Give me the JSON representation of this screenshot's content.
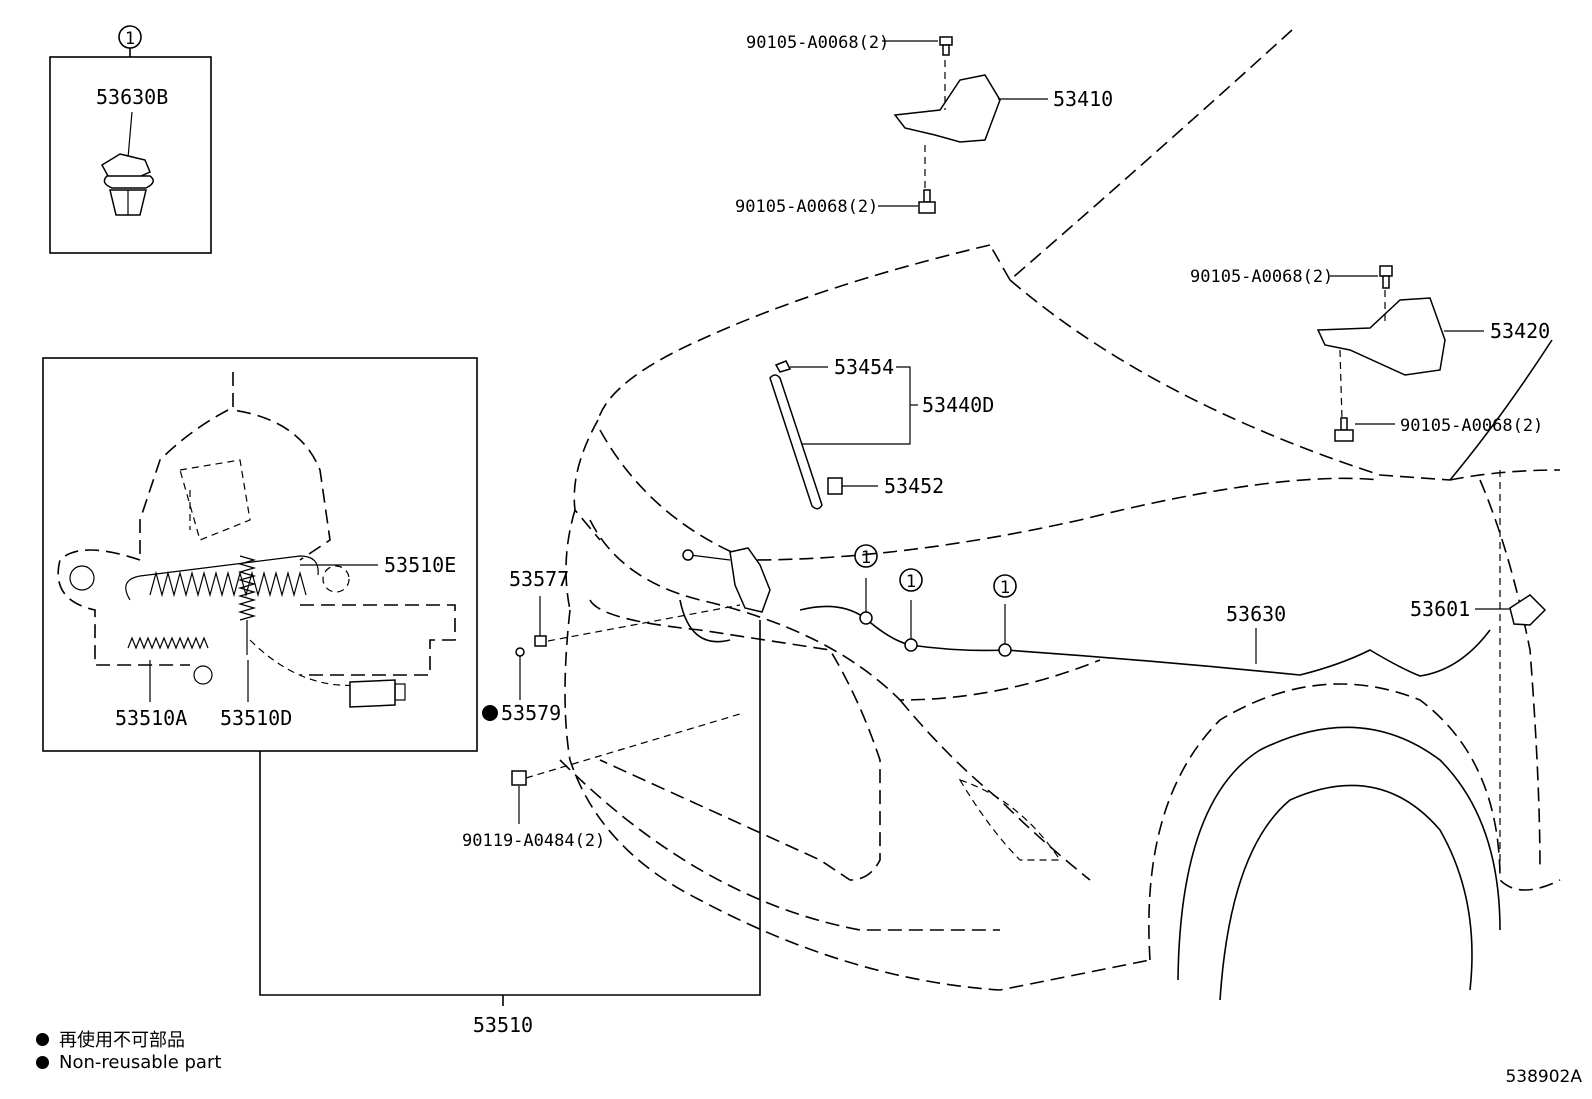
{
  "diagram": {
    "ref_marker": "1",
    "labels": {
      "p53630B": "53630B",
      "p90105_a": "90105-A0068(2)",
      "p90105_b": "90105-A0068(2)",
      "p90105_c": "90105-A0068(2)",
      "p90105_d": "90105-A0068(2)",
      "p53410": "53410",
      "p53420": "53420",
      "p53454": "53454",
      "p53440D": "53440D",
      "p53452": "53452",
      "p53510E": "53510E",
      "p53510A": "53510A",
      "p53510D": "53510D",
      "p53577": "53577",
      "p53579": "53579",
      "p90119": "90119-A0484(2)",
      "p53630": "53630",
      "p53601": "53601",
      "p53510": "53510"
    }
  },
  "legend": [
    {
      "text": "再使用不可部品"
    },
    {
      "text": "Non-reusable part"
    }
  ],
  "doc_id": "538902A"
}
